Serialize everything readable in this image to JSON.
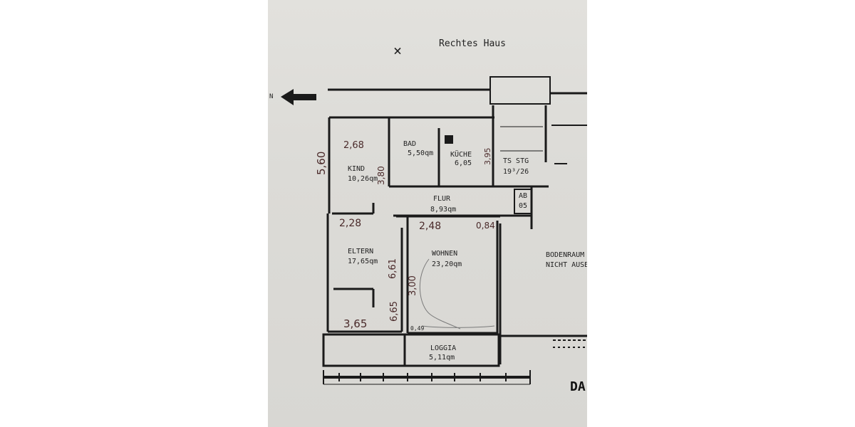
{
  "plan": {
    "title": "Rechtes Haus",
    "north_marker": "N",
    "cross_marker": "×",
    "rooms": [
      {
        "id": "kind",
        "name": "KIND",
        "area": "10,26qm"
      },
      {
        "id": "bad",
        "name": "BAD",
        "area": "5,50qm"
      },
      {
        "id": "kueche",
        "name": "KÜCHE",
        "area": "6,05"
      },
      {
        "id": "stg",
        "name": "TS STG",
        "area": "19³/26"
      },
      {
        "id": "flur",
        "name": "FLUR",
        "area": "8,93qm"
      },
      {
        "id": "eltern",
        "name": "ELTERN",
        "area": "17,65qm"
      },
      {
        "id": "wohnen",
        "name": "WOHNEN",
        "area": "23,20qm"
      },
      {
        "id": "loggia",
        "name": "LOGGIA",
        "area": "5,11qm"
      },
      {
        "id": "ab",
        "name": "AB",
        "area": "05"
      }
    ],
    "neighbor_text": [
      "BODENRAUM",
      "NICHT AUSB"
    ],
    "bottom_text": "DA",
    "small_dim": "0,49"
  },
  "handwritten": {
    "d_560": "5,60",
    "d_268": "2,68",
    "d_380": "3,80",
    "d_228": "2,28",
    "d_248": "2,48",
    "d_084": "0,84",
    "d_395": "3,95",
    "d_661": "6,61",
    "d_300": "3,00",
    "d_665": "6,65",
    "d_365": "3,65"
  }
}
